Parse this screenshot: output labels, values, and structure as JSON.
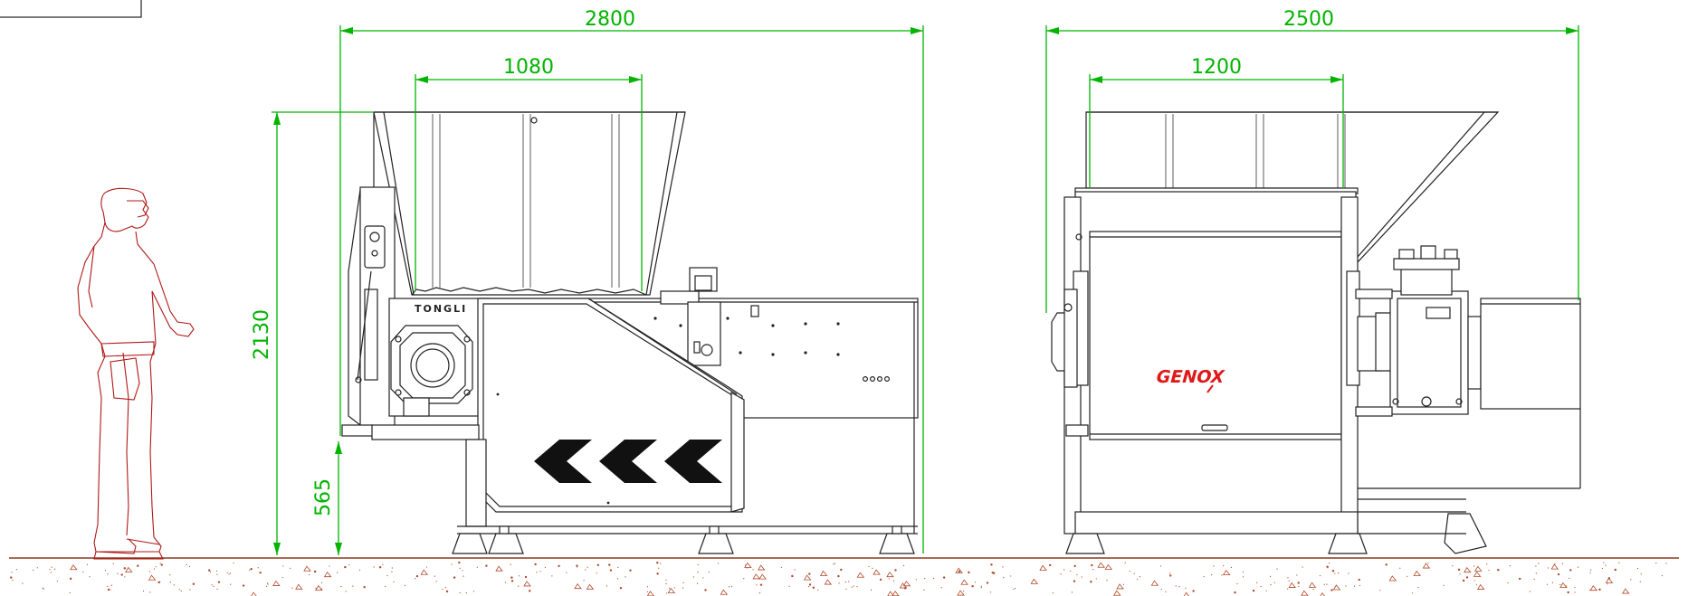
{
  "dimensions": {
    "front_total_width": "2800",
    "front_hopper_width": "1080",
    "front_total_height": "2130",
    "front_infeed_height": "565",
    "side_total_width": "2500",
    "side_hopper_width": "1200"
  },
  "brands": {
    "front_panel_logo": "TONGLI",
    "side_panel_logo": "GENOX"
  },
  "colors": {
    "dimension_lines": "#00b400",
    "human_figure": "#b01818",
    "brand_logo": "#e01818",
    "ground_speckle": "#b04a2a",
    "machine_lines": "#222222"
  }
}
